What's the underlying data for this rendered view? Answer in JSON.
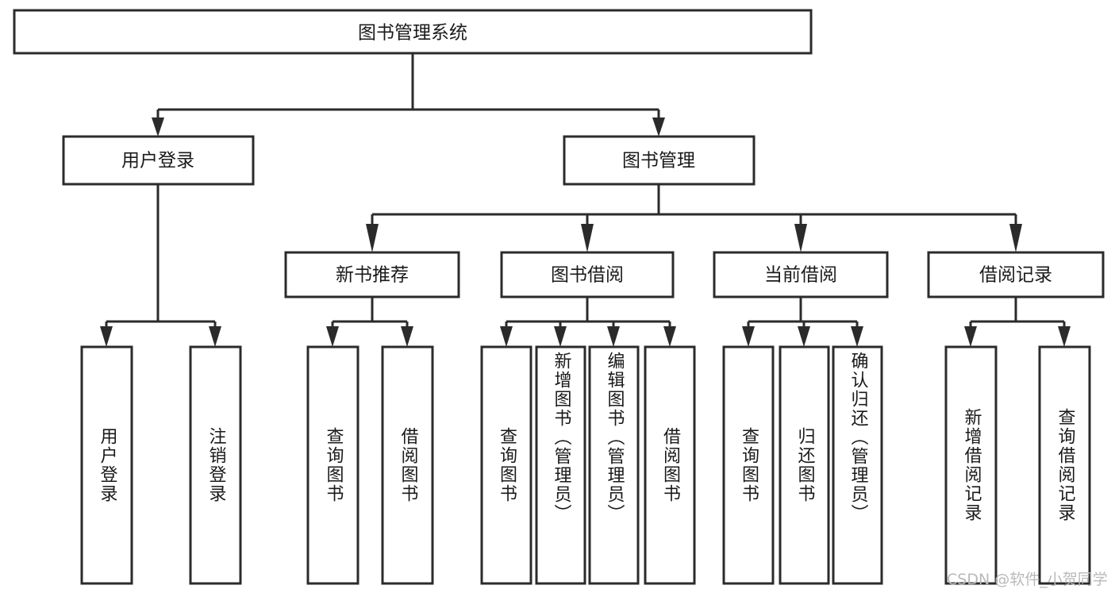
{
  "diagram": {
    "title": "图书管理系统",
    "type": "tree",
    "orientation": "top-down",
    "background_color": "#ffffff",
    "line_color": "#2b2b2b",
    "box_fill": "#ffffff",
    "watermark": "CSDN @软件_小贺同学",
    "watermark_color": "#b9b9b9"
  },
  "nodes": {
    "root": {
      "label": "图书管理系统"
    },
    "level2": [
      {
        "id": "user-login",
        "label": "用户登录"
      },
      {
        "id": "book-admin",
        "label": "图书管理"
      }
    ],
    "level3": [
      {
        "id": "new-book-rec",
        "label": "新书推荐"
      },
      {
        "id": "book-borrow",
        "label": "图书借阅"
      },
      {
        "id": "current-borrow",
        "label": "当前借阅"
      },
      {
        "id": "borrow-record",
        "label": "借阅记录"
      }
    ],
    "leaves": [
      {
        "id": "leaf-user-login",
        "label": "用户登录",
        "parent": "user-login"
      },
      {
        "id": "leaf-logout",
        "label": "注销登录",
        "parent": "user-login"
      },
      {
        "id": "leaf-query-book-1",
        "label": "查询图书",
        "parent": "new-book-rec"
      },
      {
        "id": "leaf-borrow-book-1",
        "label": "借阅图书",
        "parent": "new-book-rec"
      },
      {
        "id": "leaf-query-book-2",
        "label": "查询图书",
        "parent": "book-borrow"
      },
      {
        "id": "leaf-add-book",
        "label": "新增图书（管理员）",
        "parent": "book-borrow"
      },
      {
        "id": "leaf-edit-book",
        "label": "编辑图书（管理员）",
        "parent": "book-borrow"
      },
      {
        "id": "leaf-borrow-book-2",
        "label": "借阅图书",
        "parent": "book-borrow"
      },
      {
        "id": "leaf-query-book-3",
        "label": "查询图书",
        "parent": "current-borrow"
      },
      {
        "id": "leaf-return-book",
        "label": "归还图书",
        "parent": "current-borrow"
      },
      {
        "id": "leaf-confirm-return",
        "label": "确认归还（管理员）",
        "parent": "current-borrow"
      },
      {
        "id": "leaf-add-record",
        "label": "新增借阅记录",
        "parent": "borrow-record"
      },
      {
        "id": "leaf-query-record",
        "label": "查询借阅记录",
        "parent": "borrow-record"
      }
    ]
  }
}
